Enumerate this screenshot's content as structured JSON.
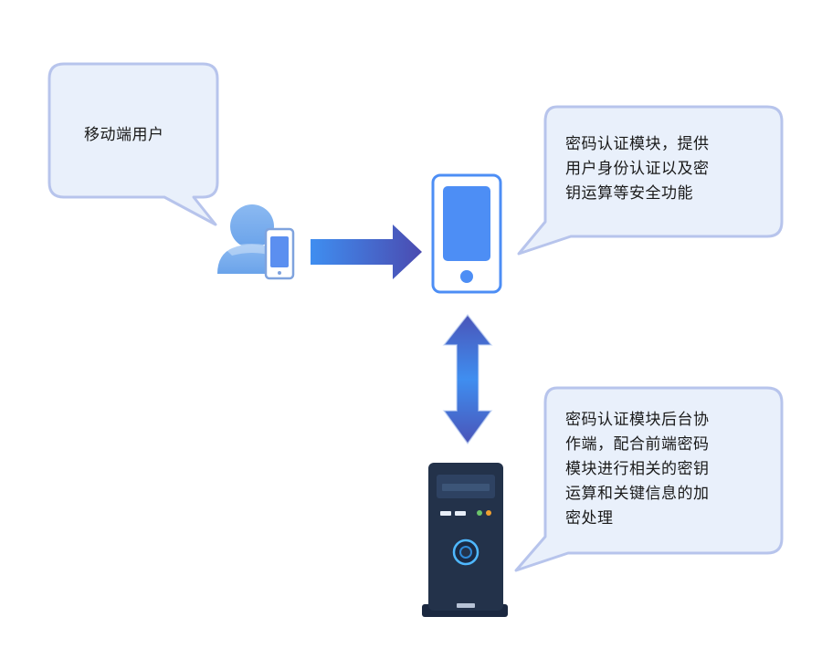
{
  "colors": {
    "bubble_fill": "#e9f0fb",
    "bubble_stroke": "#b7c4ec",
    "user_icon": "#7fb0ee",
    "arrow_start": "#3f8ef0",
    "arrow_end": "#4b4bb0",
    "phone_screen": "#4d8ef5",
    "server_body": "#23324a"
  },
  "nodes": {
    "mobile_user": {
      "label": "移动端用户",
      "icon": "user-with-phone-icon"
    },
    "crypto_module": {
      "lines": [
        "密码认证模块，提供",
        "用户身份认证以及密",
        "钥运算等安全功能"
      ],
      "icon": "smartphone-icon"
    },
    "backend": {
      "lines": [
        "密码认证模块后台协",
        "作端，配合前端密码",
        "模块进行相关的密钥",
        "运算和关键信息的加",
        "密处理"
      ],
      "icon": "server-icon"
    }
  },
  "edges": [
    {
      "from": "mobile_user",
      "to": "crypto_module",
      "direction": "one-way",
      "icon": "arrow-right-icon"
    },
    {
      "from": "crypto_module",
      "to": "backend",
      "direction": "two-way",
      "icon": "arrow-up-down-icon"
    }
  ]
}
